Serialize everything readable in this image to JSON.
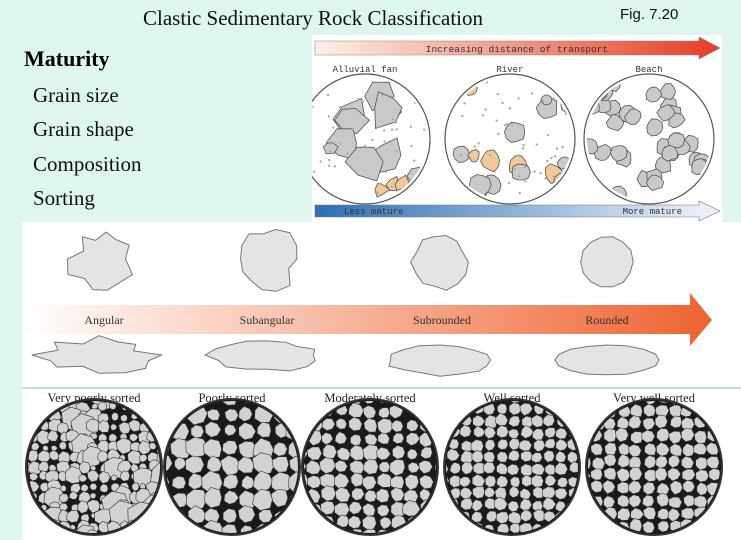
{
  "title": "Clastic Sedimentary Rock Classification",
  "figure": "Fig. 7.20",
  "maturity": {
    "heading": "Maturity",
    "items": [
      "Grain size",
      "Grain shape",
      "Composition",
      "Sorting"
    ]
  },
  "transport": {
    "arrow_label": "Increasing distance of transport",
    "settings": [
      "Alluvial fan",
      "River",
      "Beach"
    ],
    "less": "Less mature",
    "more": "More mature"
  },
  "shapes": [
    "Angular",
    "Subangular",
    "Subrounded",
    "Rounded"
  ],
  "sorting": [
    "Very poorly sorted",
    "Poorly sorted",
    "Moderately sorted",
    "Well sorted",
    "Very well sorted"
  ],
  "colors": {
    "bg": "#dff5f0",
    "transport_arrow": "#e8452e",
    "maturity_arrow": "#2f73b8",
    "shape_arrow": "#ee6a36"
  }
}
